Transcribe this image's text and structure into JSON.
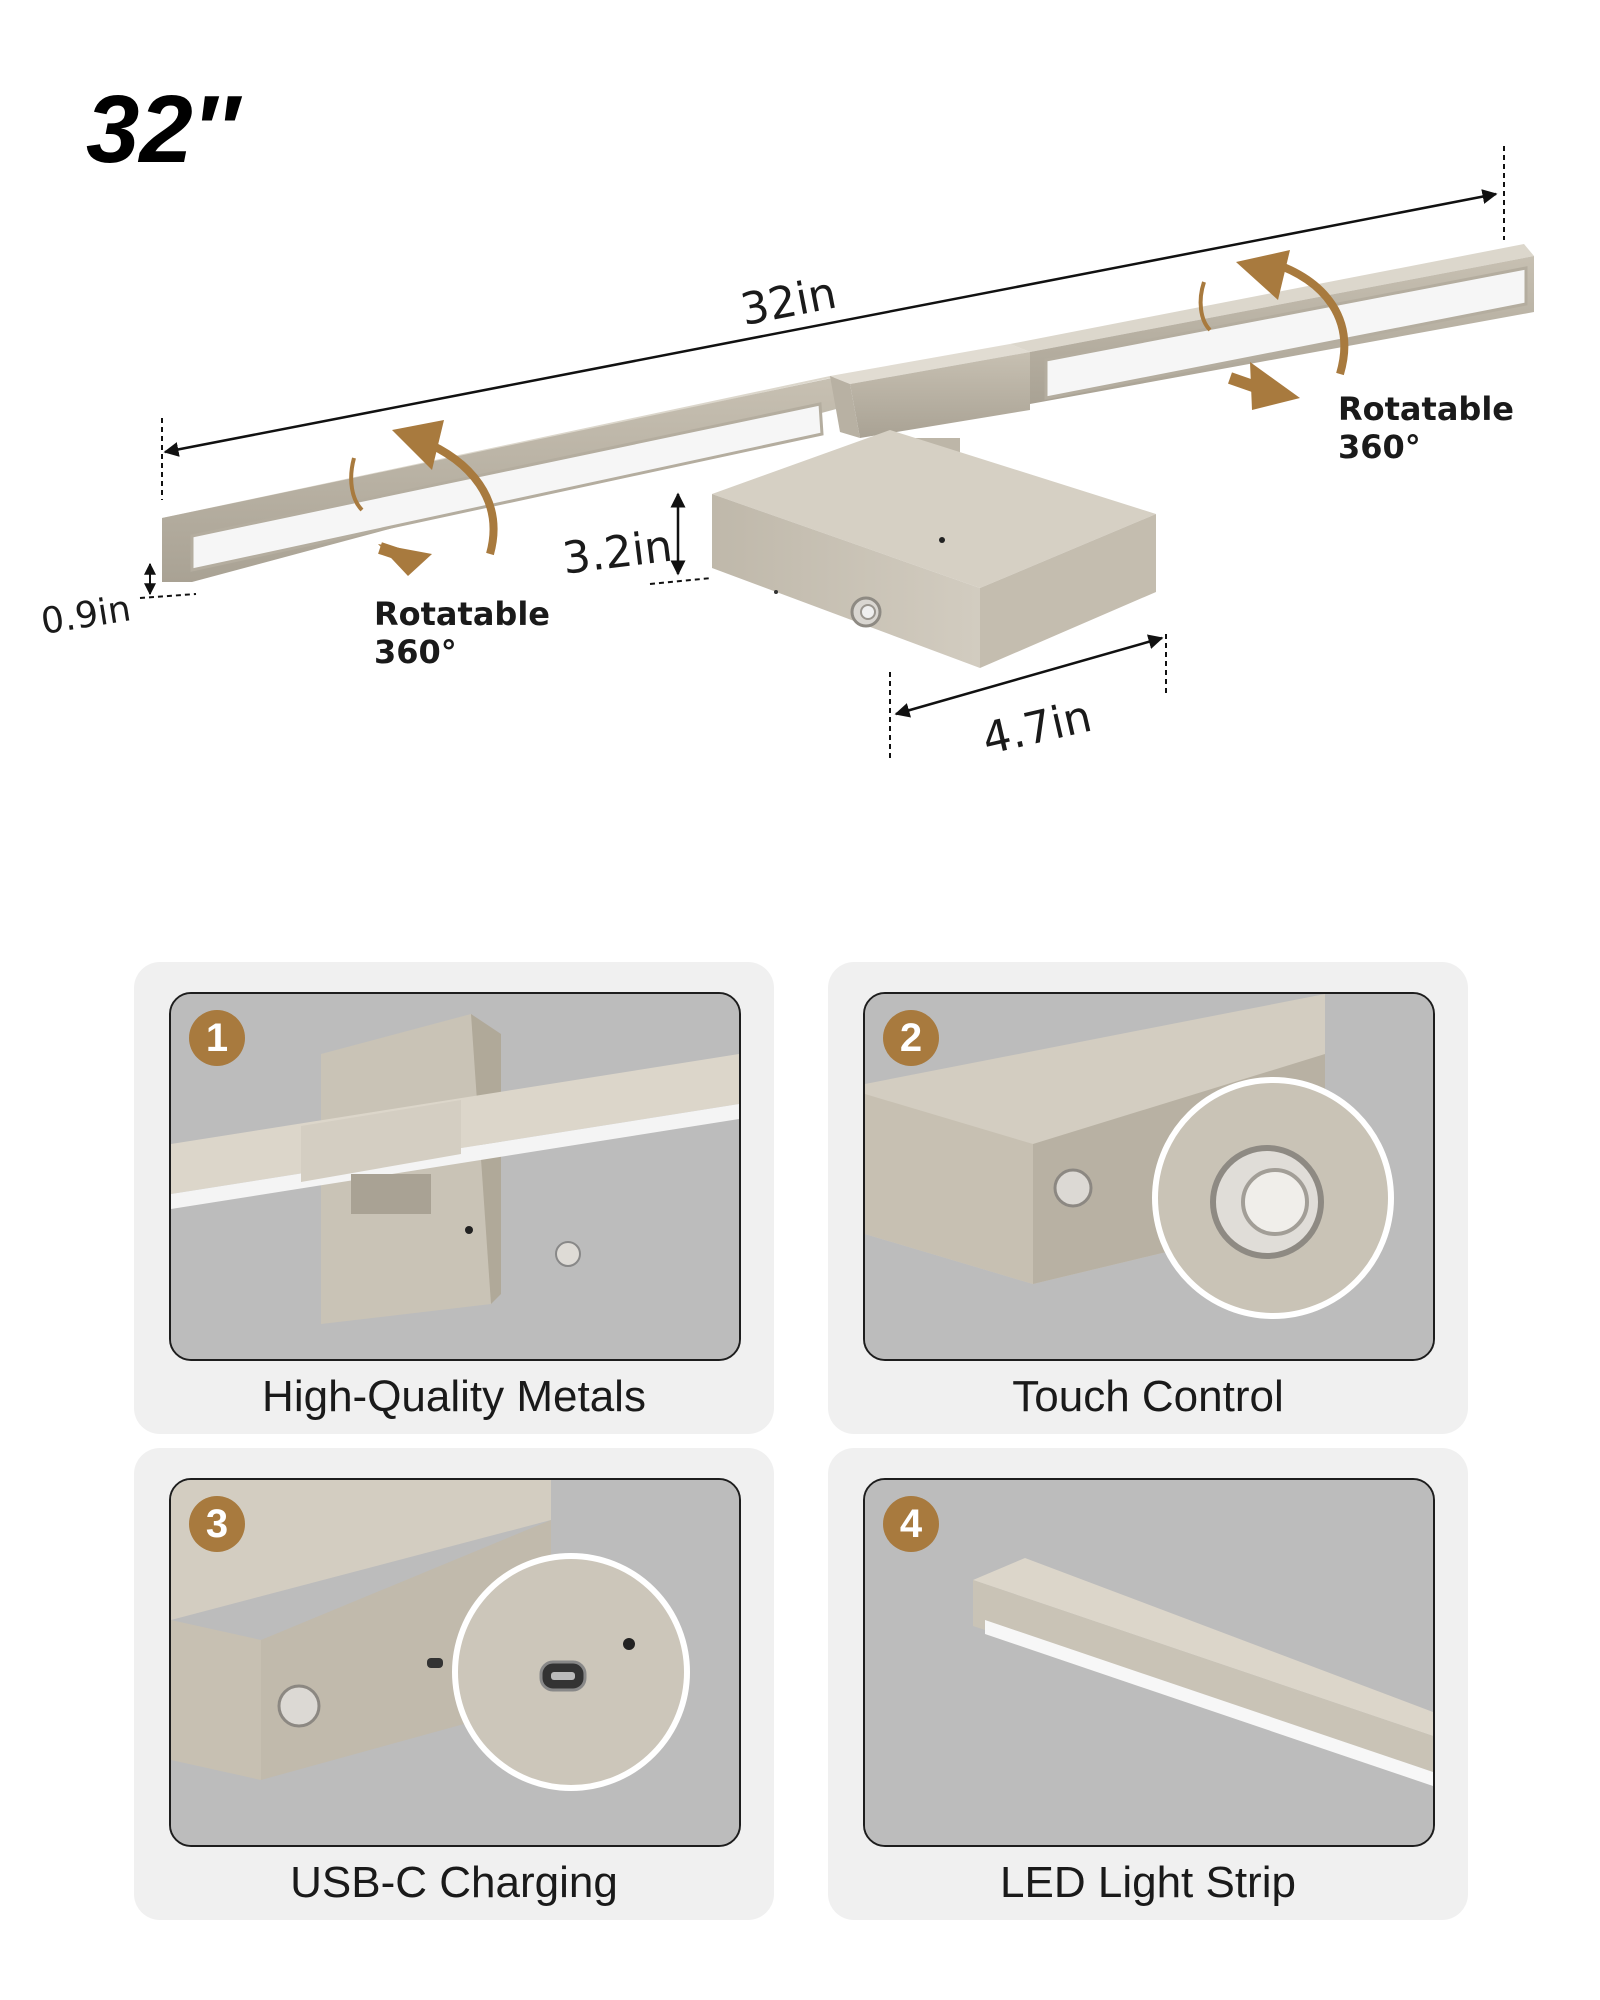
{
  "heading": {
    "size_label": "32″"
  },
  "dimensions": {
    "length": "32in",
    "bar_height": "0.9in",
    "arm_extension": "3.2in",
    "base_width": "4.7in"
  },
  "rotation_notes": [
    {
      "line1": "Rotatable",
      "line2": "360°"
    },
    {
      "line1": "Rotatable",
      "line2": "360°"
    }
  ],
  "features": [
    {
      "number": "1",
      "caption": "High-Quality Metals"
    },
    {
      "number": "2",
      "caption": "Touch Control"
    },
    {
      "number": "3",
      "caption": "USB-C Charging"
    },
    {
      "number": "4",
      "caption": "LED Light Strip"
    }
  ],
  "colors": {
    "accent_brown": "#a87a3e",
    "nickel": "#c9c3b6",
    "card_bg": "#f0f0f0",
    "text": "#1a1a1a"
  }
}
